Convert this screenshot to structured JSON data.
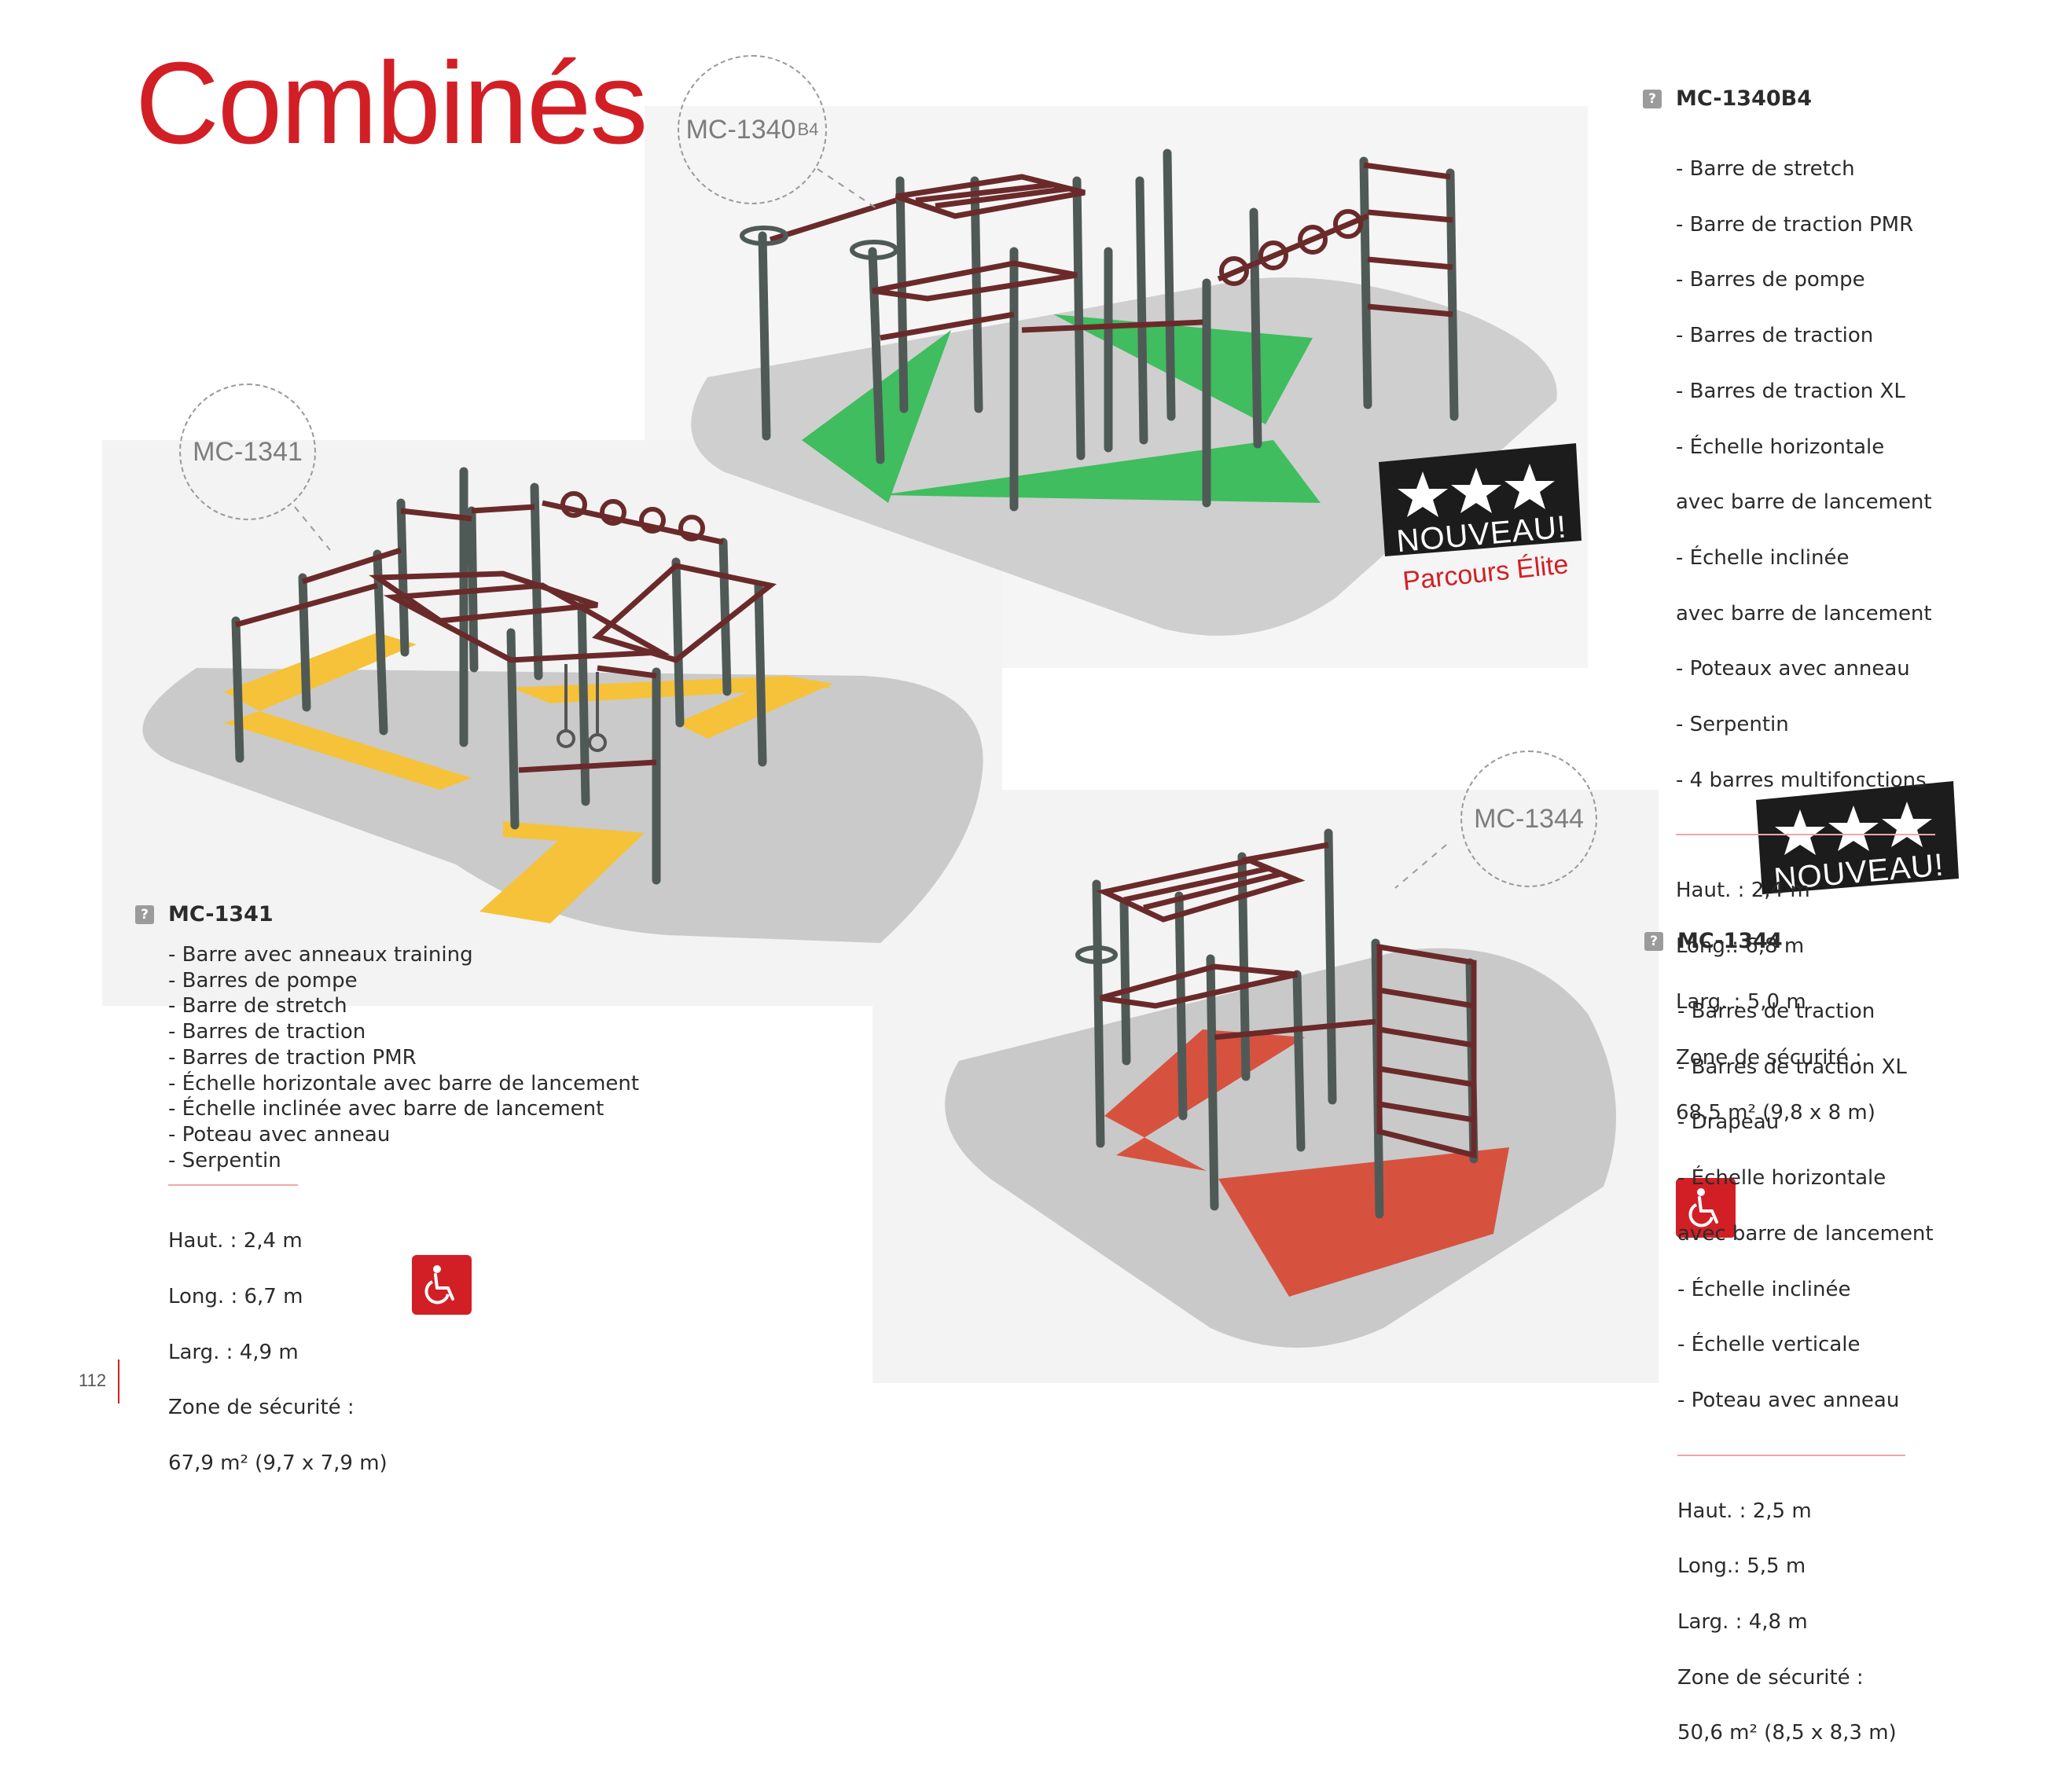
{
  "page": {
    "title": "Combinés",
    "page_number": "112",
    "accent_color": "#d21f26"
  },
  "callouts": {
    "mc1340": {
      "code": "MC-1340",
      "suffix": "B4"
    },
    "mc1341": {
      "code": "MC-1341"
    },
    "mc1344": {
      "code": "MC-1344"
    }
  },
  "badges": {
    "top": {
      "label": "NOUVEAU!",
      "subtitle": "Parcours Élite"
    },
    "bottom": {
      "label": "NOUVEAU!"
    }
  },
  "products": {
    "mc1340b4": {
      "name": "MC-1340B4",
      "items": [
        "- Barre de stretch",
        "- Barre de traction PMR",
        "- Barres de pompe",
        "- Barres de traction",
        "- Barres de traction XL",
        "- Échelle horizontale",
        "  avec barre de lancement",
        "- Échelle inclinée",
        "  avec barre de lancement",
        "- Poteaux avec anneau",
        "- Serpentin",
        "- 4 barres multifonctions"
      ],
      "dims": [
        "Haut.  : 2,4 m",
        "Long.:  6,8 m",
        "Larg.  :  5,0 m",
        "Zone de sécurité :",
        "68,5 m² (9,8 x 8 m)"
      ]
    },
    "mc1341": {
      "name": "MC-1341",
      "items": [
        "- Barre avec anneaux training",
        "- Barres de pompe",
        "- Barre de stretch",
        "- Barres de traction",
        "- Barres de traction PMR",
        "- Échelle horizontale avec barre de lancement",
        "- Échelle inclinée avec barre de lancement",
        "- Poteau avec anneau",
        "- Serpentin"
      ],
      "dims": [
        "Haut. :  2,4 m",
        "Long. :  6,7 m",
        "Larg.  :  4,9 m",
        "Zone de sécurité :",
        "67,9 m² (9,7 x 7,9 m)"
      ]
    },
    "mc1344": {
      "name": "MC-1344",
      "items": [
        "- Barres de traction",
        "- Barres de traction XL",
        "- Drapeau",
        "- Échelle horizontale",
        "  avec barre de lancement",
        "- Échelle inclinée",
        "- Échelle verticale",
        "- Poteau avec anneau"
      ],
      "dims": [
        "Haut.  : 2,5 m",
        "Long.:  5,5 m",
        "Larg.  :  4,8 m",
        "Zone de sécurité :",
        "50,6 m² (8,5 x 8,3 m)"
      ]
    }
  },
  "colors": {
    "ground": "#cfcfcf",
    "frame": "#6b2a2a",
    "post": "#4f5a57",
    "green_zone": "#3fbf5f",
    "yellow_zone": "#f5c23a",
    "red_zone": "#d6523f"
  }
}
